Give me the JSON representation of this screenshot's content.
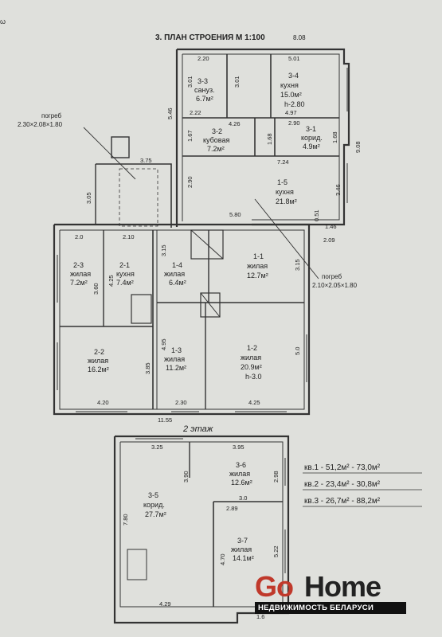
{
  "header": {
    "title": "3. ПЛАН СТРОЕНИЯ М 1:100",
    "total_width": "8.08"
  },
  "cellars": [
    {
      "label": "погреб",
      "size": "2.30×2.08×1.80"
    },
    {
      "label": "погреб",
      "size": "2.10×2.05×1.80"
    }
  ],
  "rooms": [
    {
      "id": "3-3",
      "name": "сануз.",
      "area": "6.7м²"
    },
    {
      "id": "3-4",
      "name": "кухня",
      "area": "15.0м²",
      "height": "h-2.80"
    },
    {
      "id": "3-2",
      "name": "кубовая",
      "area": "7.2м²"
    },
    {
      "id": "3-1",
      "name": "корид.",
      "area": "4.9м²"
    },
    {
      "id": "1-5",
      "name": "кухня",
      "area": "21.8м²"
    },
    {
      "id": "2-3",
      "name": "жилая",
      "area": "7.2м²"
    },
    {
      "id": "2-1",
      "name": "кухня",
      "area": "7.4м²"
    },
    {
      "id": "1-4",
      "name": "жилая",
      "area": "6.4м²"
    },
    {
      "id": "1-1",
      "name": "жилая",
      "area": "12.7м²"
    },
    {
      "id": "2-2",
      "name": "жилая",
      "area": "16.2м²"
    },
    {
      "id": "1-3",
      "name": "жилая",
      "area": "11.2м²"
    },
    {
      "id": "1-2",
      "name": "жилая",
      "area": "20.9м²",
      "height": "h-3.0"
    },
    {
      "id": "3-6",
      "name": "жилая",
      "area": "12.6м²"
    },
    {
      "id": "3-5",
      "name": "корид.",
      "area": "27.7м²"
    },
    {
      "id": "3-7",
      "name": "жилая",
      "area": "14.1м²"
    }
  ],
  "dimensions": [
    "2.20",
    "5.01",
    "3.01",
    "3.01",
    "2.22",
    "4.26",
    "4.97",
    "2.90",
    "1.68",
    "1.67",
    "1.68",
    "9.08",
    "5.46",
    "3.75",
    "3.05",
    "2.90",
    "7.24",
    "3.46",
    "5.80",
    "0.51",
    "1.46",
    "2.09",
    "2.0",
    "2.10",
    "3.15",
    "3.60",
    "4.25",
    "3.15",
    "4.95",
    "5.0",
    "3.85",
    "4.20",
    "2.30",
    "4.25",
    "11.55",
    "3.25",
    "3.95",
    "3.90",
    "2.98",
    "7.80",
    "3.0",
    "2.89",
    "4.70",
    "5.22",
    "4.29",
    "1.6"
  ],
  "floor2_label": "2 этаж",
  "apartments": [
    "кв.1 - 51,2м² - 73,0м²",
    "кв.2 - 23,4м² - 30,8м²",
    "кв.3 - 26,7м² - 88,2м²"
  ],
  "watermark": {
    "brand_go": "Go",
    "brand_home": "Home",
    "tagline": "НЕДВИЖИМОСТЬ БЕЛАРУСИ",
    "accent": "#c0392b"
  },
  "corner_mark": "ω"
}
